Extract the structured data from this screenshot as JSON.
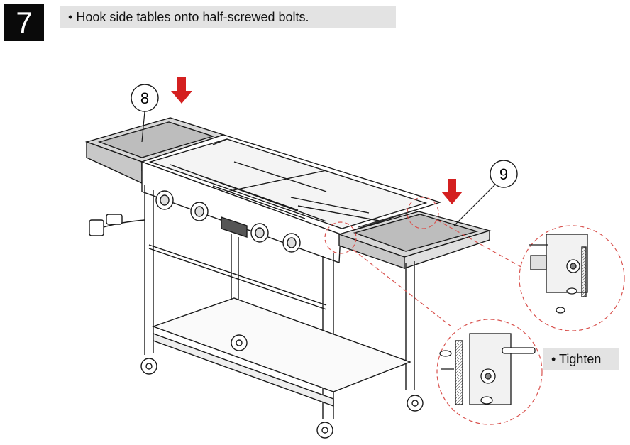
{
  "step": {
    "number": "7"
  },
  "instruction": {
    "bullet": "•",
    "text": "Hook side tables onto half-screwed bolts."
  },
  "callouts": {
    "left_table": "8",
    "right_table": "9"
  },
  "tighten": {
    "bullet": "•",
    "text": "Tighten"
  },
  "colors": {
    "arrow": "#d42020",
    "line": "#1a1a1a",
    "dash": "#d9534f",
    "shade": "#cfcfcf"
  },
  "icons": [
    "down-arrow-icon",
    "down-arrow-icon"
  ]
}
